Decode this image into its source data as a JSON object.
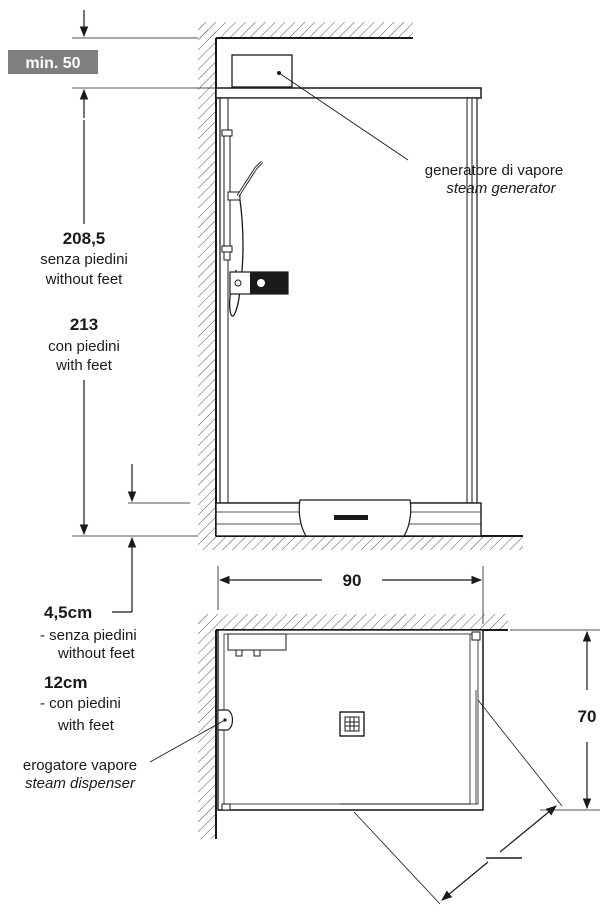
{
  "elevation": {
    "min_clearance": "min. 50",
    "height_without_feet_value": "208,5",
    "height_without_feet_it": "senza piedini",
    "height_without_feet_en": "without feet",
    "height_with_feet_value": "213",
    "height_with_feet_it": "con piedini",
    "height_with_feet_en": "with feet",
    "generator_it": "generatore di vapore",
    "generator_en": "steam generator"
  },
  "base": {
    "value_without_feet": "4,5cm",
    "without_feet_it": "- senza piedini",
    "without_feet_en": "without feet",
    "value_with_feet": "12cm",
    "with_feet_it": "- con piedini",
    "with_feet_en": "with feet"
  },
  "plan": {
    "width": "90",
    "depth": "70",
    "dispenser_it": "erogatore vapore",
    "dispenser_en": "steam dispenser"
  }
}
